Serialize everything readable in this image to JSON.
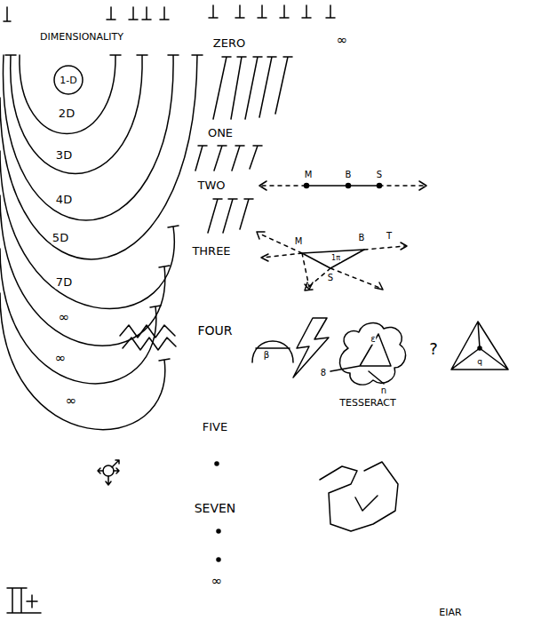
{
  "diagram": {
    "title": "DIMENSIONALITY",
    "nodes": [
      {
        "text": [
          "1-D"
        ]
      }
    ],
    "labels": [
      "ZERO",
      "∞",
      "2D",
      "3D",
      "ONE",
      "4D",
      "TWO",
      "M",
      "B",
      "S",
      "5D",
      "THREE",
      "M",
      "B",
      "T",
      "1π",
      "S",
      "7D",
      "∞",
      "FOUR",
      "β",
      "ε",
      "8",
      "n",
      "?",
      "q",
      "∞",
      "TESSERACT",
      "∞",
      "FIVE",
      "SEVEN",
      "∞",
      "EIAR"
    ]
  }
}
